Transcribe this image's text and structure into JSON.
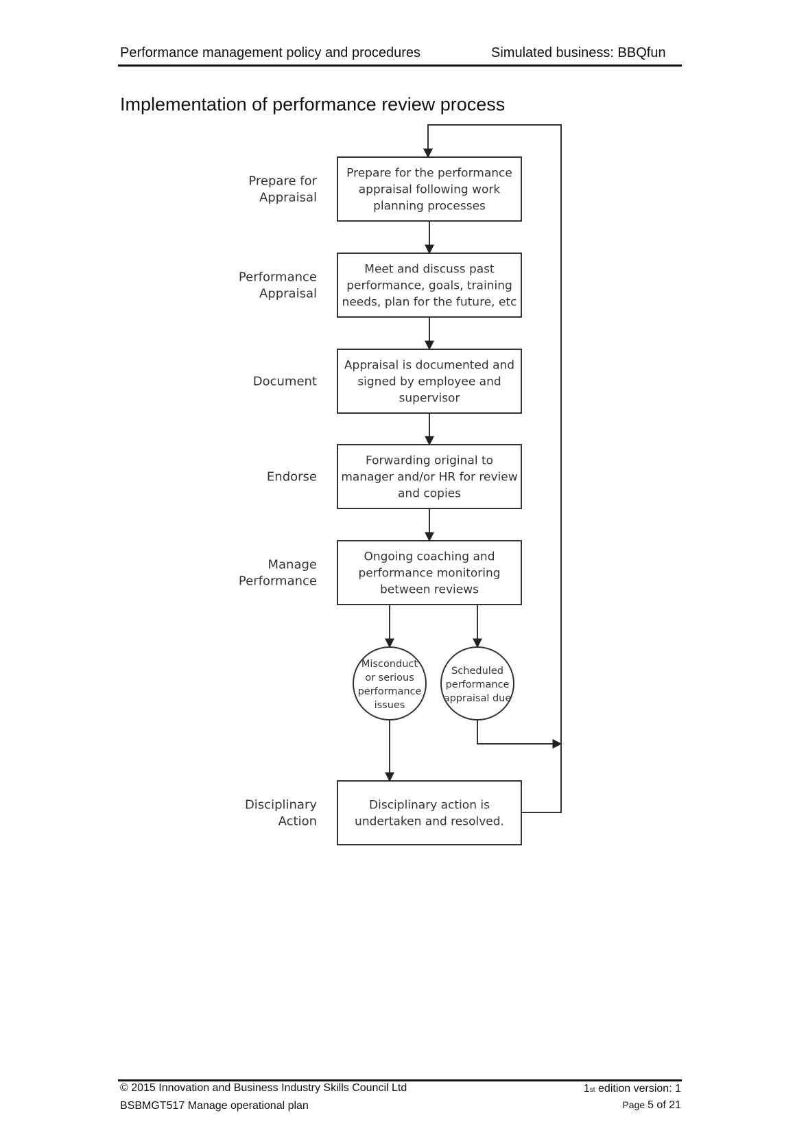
{
  "header": {
    "left": "Performance  management  policy and procedures",
    "right": "Simulated business:  BBQfun"
  },
  "section_title": "Implementation of performance  review process",
  "flowchart": {
    "stages": [
      {
        "label": [
          "Prepare for",
          "Appraisal"
        ],
        "box": [
          "Prepare for the performance",
          "appraisal following work",
          "planning processes"
        ]
      },
      {
        "label": [
          "Performance",
          "Appraisal"
        ],
        "box": [
          "Meet and discuss past",
          "performance, goals, training",
          "needs, plan for the future, etc"
        ]
      },
      {
        "label": [
          "Document"
        ],
        "box": [
          "Appraisal is documented and",
          "signed by employee and",
          "supervisor"
        ]
      },
      {
        "label": [
          "Endorse"
        ],
        "box": [
          "Forwarding  original to",
          "manager and/or HR for review",
          "and copies"
        ]
      },
      {
        "label": [
          "Manage",
          "Performance"
        ],
        "box": [
          "Ongoing coaching and",
          "performance monitoring",
          "between reviews"
        ]
      },
      {
        "label": [
          "Disciplinary",
          "Action"
        ],
        "box": [
          "Disciplinary action is",
          "undertaken and resolved."
        ]
      }
    ],
    "decisions": [
      {
        "name": "misconduct",
        "text": [
          "Misconduct",
          "or serious",
          "performance",
          "issues"
        ]
      },
      {
        "name": "scheduled",
        "text": [
          "Scheduled",
          "performance",
          "appraisal due"
        ]
      }
    ]
  },
  "footer": {
    "copyright": "© 2015 Innovation and Business Industry Skills Council Ltd",
    "unit": "BSBMGT517  Manage operational plan",
    "edition_num": "1",
    "edition_sup": "st",
    "edition_label": " edition version: ",
    "version": "1",
    "page_label": "Page ",
    "page_num": "5",
    "page_of": " of ",
    "page_total": "21"
  }
}
